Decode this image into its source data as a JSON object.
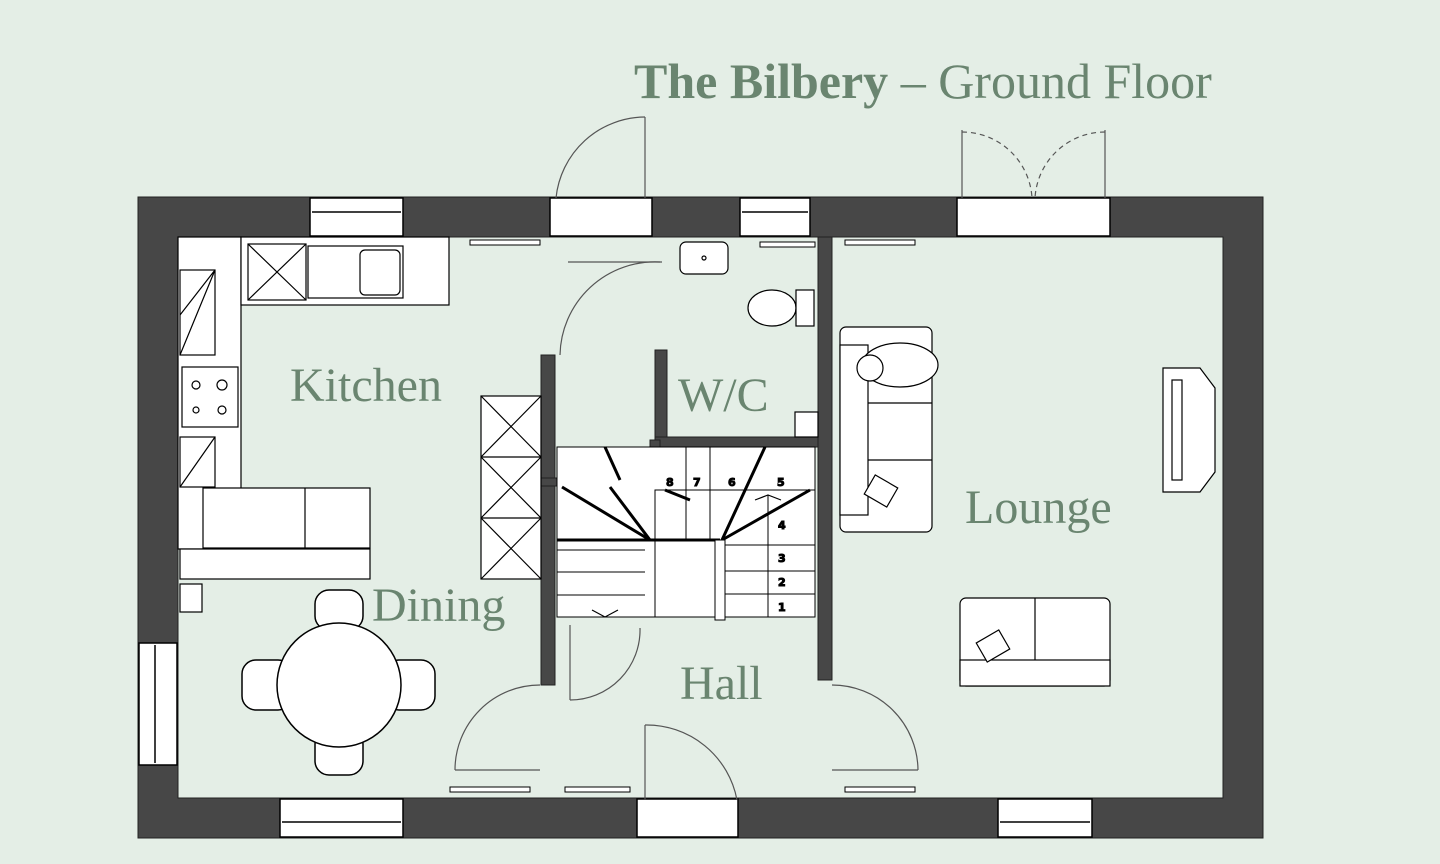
{
  "title": {
    "name": "The Bilbery",
    "separator": " – ",
    "floor": "Ground Floor"
  },
  "rooms": {
    "kitchen": "Kitchen",
    "dining": "Dining",
    "wc": "W/C",
    "hall": "Hall",
    "lounge": "Lounge"
  },
  "stairs": {
    "steps": [
      "1",
      "2",
      "3",
      "4",
      "5",
      "6",
      "7",
      "8"
    ]
  },
  "colors": {
    "background": "#e4eee6",
    "wall": "#474747",
    "label": "#6a8570",
    "fixture": "#ffffff"
  }
}
